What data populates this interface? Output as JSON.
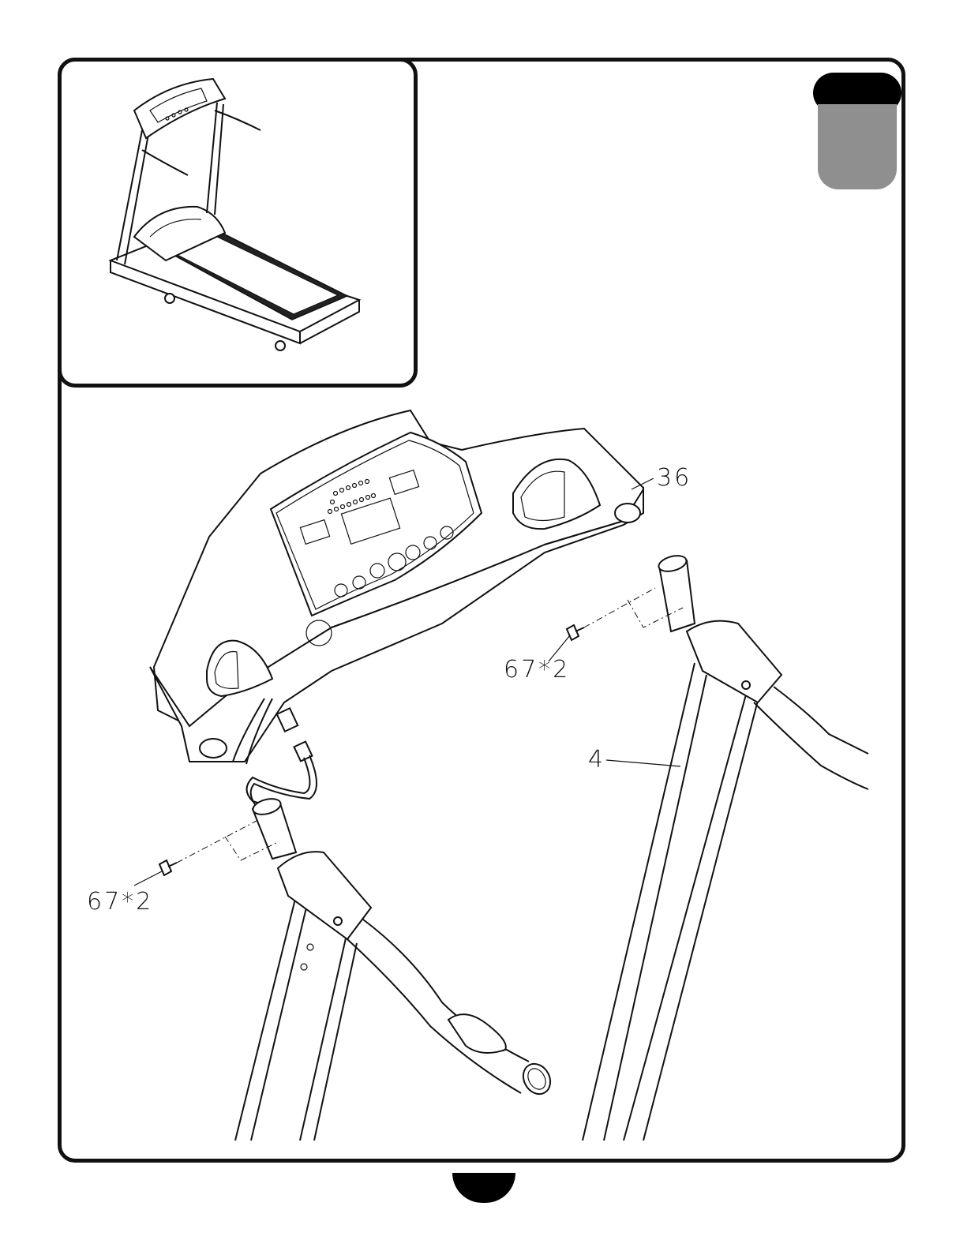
{
  "labels": {
    "console": "36",
    "upright": "4",
    "bolts_right": "67*2",
    "bolts_left": "67*2"
  },
  "step_tab": {
    "text": ""
  },
  "page_number": ""
}
